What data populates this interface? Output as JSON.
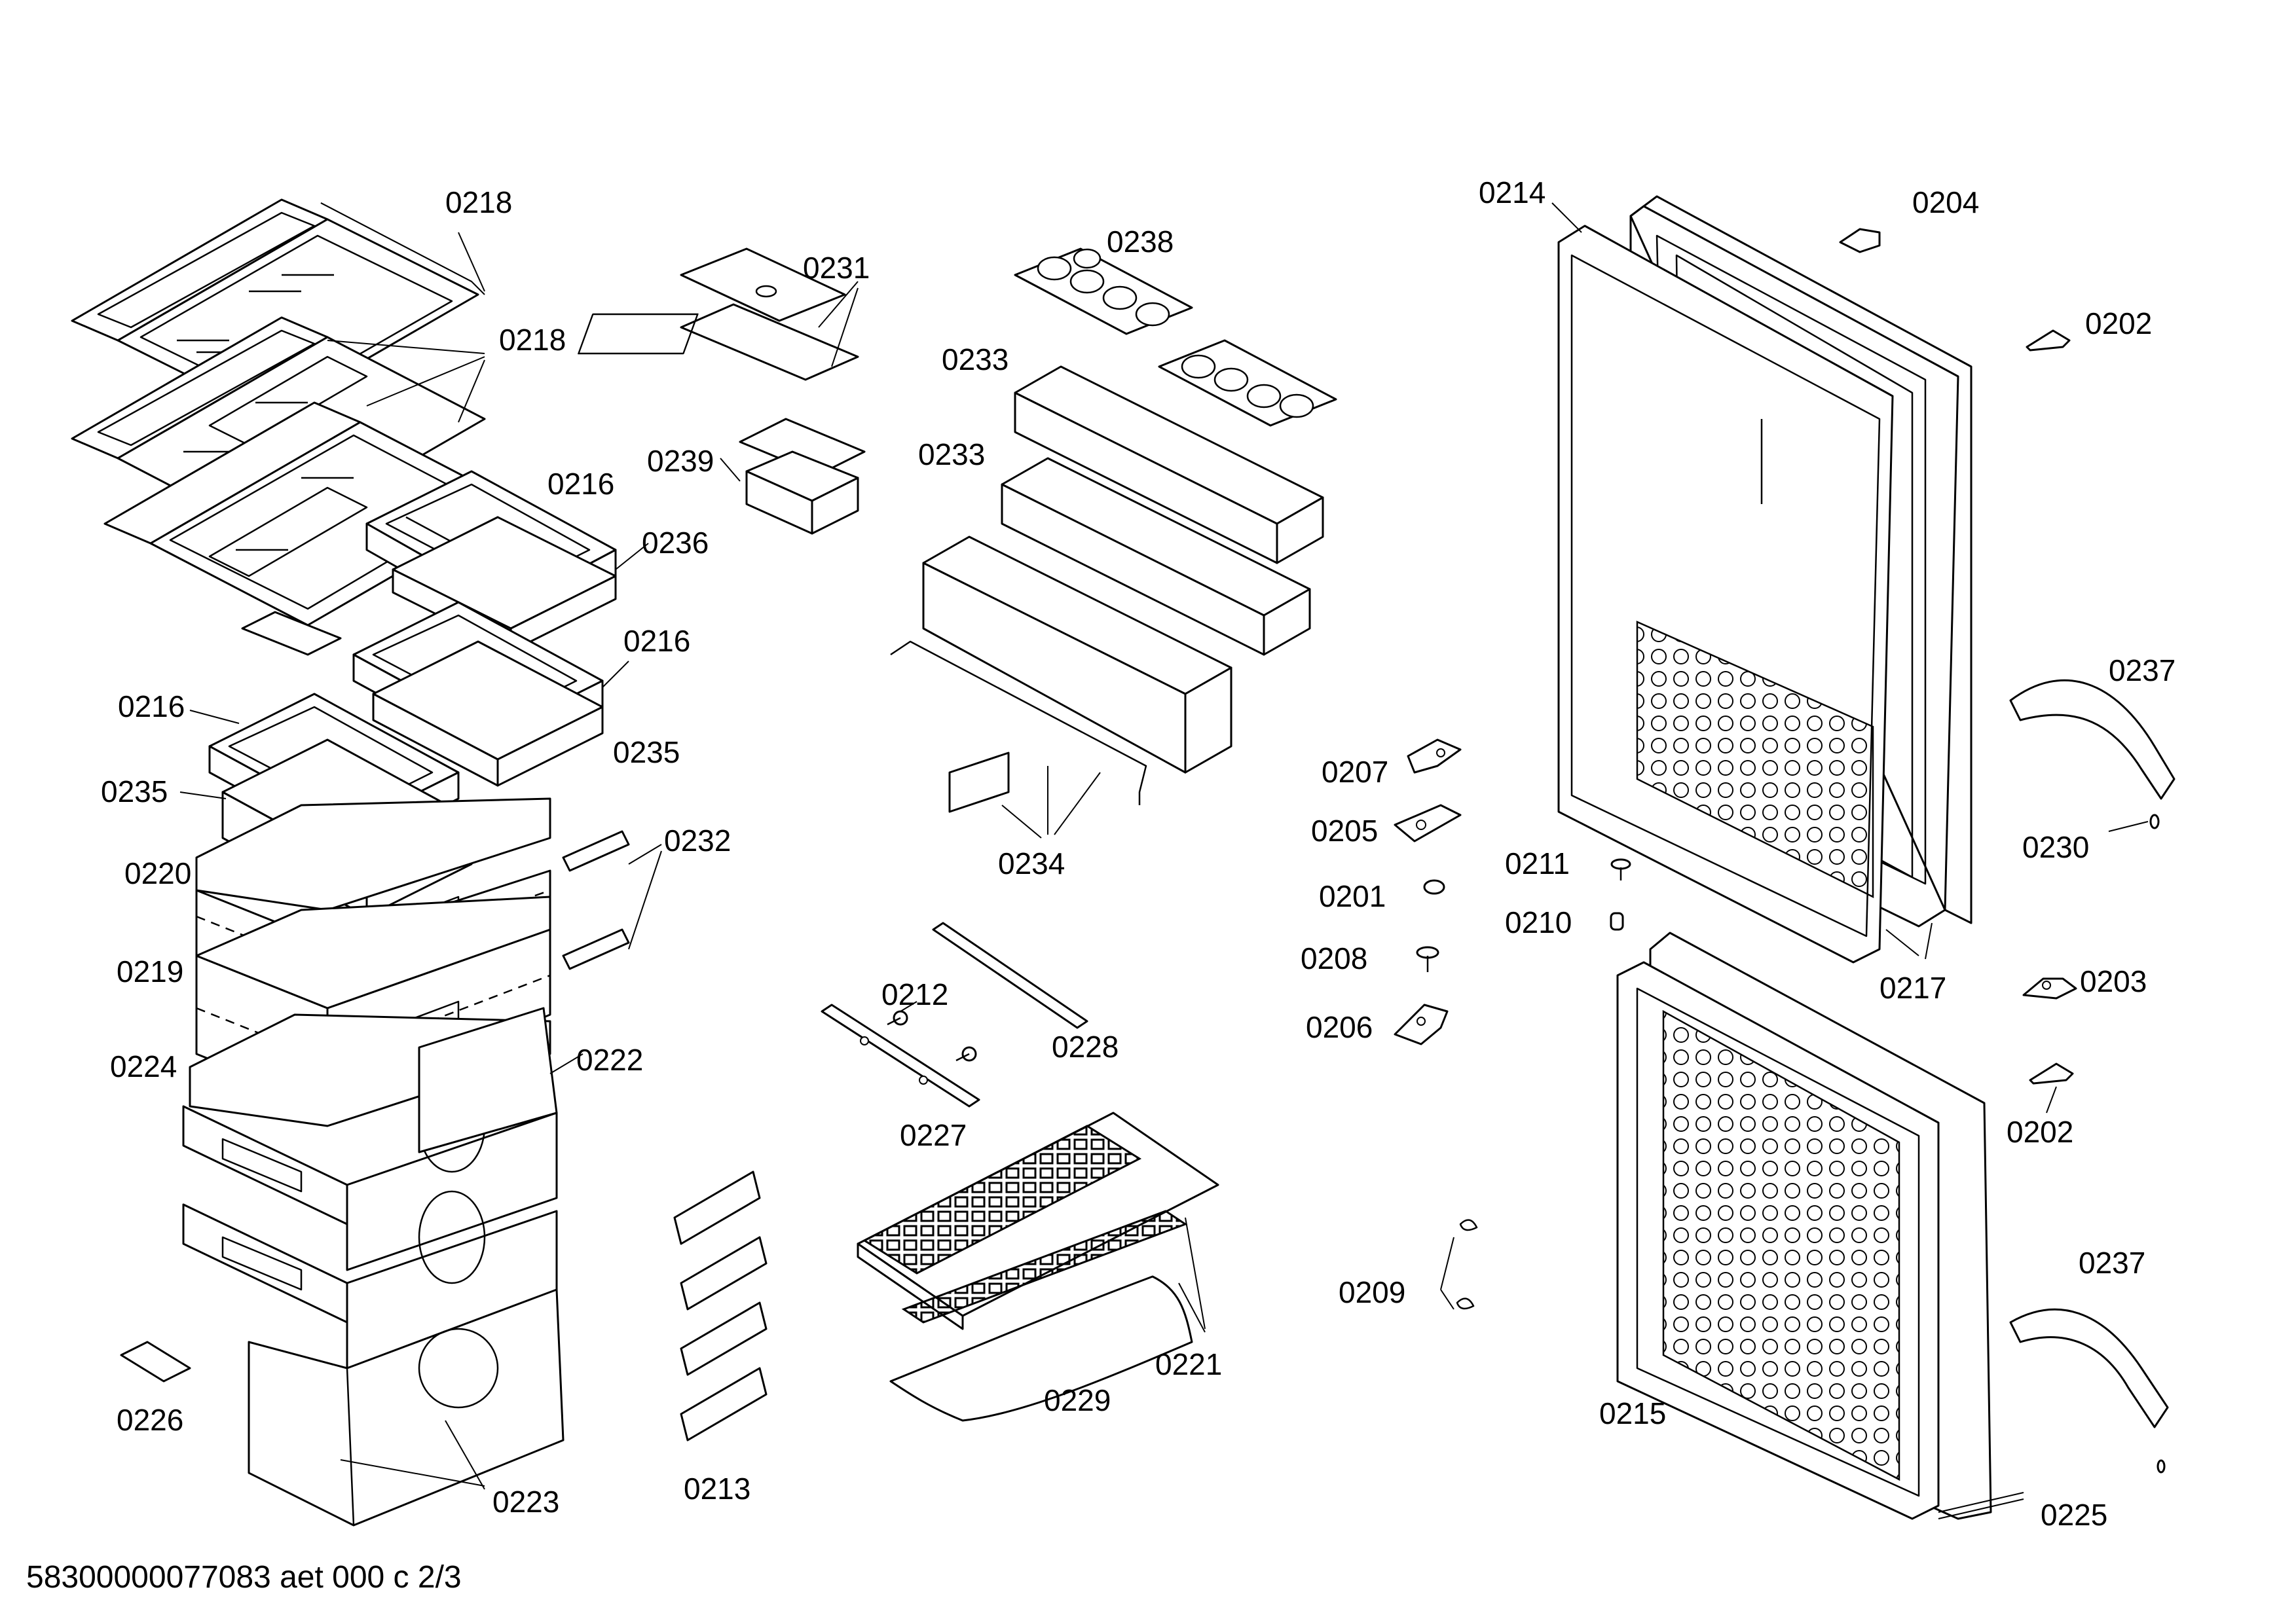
{
  "labels": {
    "p0218a": "0218",
    "p0218b": "0218",
    "p0216a": "0216",
    "p0236": "0236",
    "p0216b": "0216",
    "p0216c": "0216",
    "p0235a": "0235",
    "p0235b": "0235",
    "p0220": "0220",
    "p0232": "0232",
    "p0219": "0219",
    "p0224": "0224",
    "p0222": "0222",
    "p0226": "0226",
    "p0223": "0223",
    "p0213": "0213",
    "p0231": "0231",
    "p0239": "0239",
    "p0238": "0238",
    "p0233a": "0233",
    "p0233b": "0233",
    "p0234": "0234",
    "p0212": "0212",
    "p0228": "0228",
    "p0227": "0227",
    "p0221": "0221",
    "p0229": "0229",
    "p0207": "0207",
    "p0205": "0205",
    "p0201": "0201",
    "p0208": "0208",
    "p0206": "0206",
    "p0211": "0211",
    "p0210": "0210",
    "p0209": "0209",
    "p0214": "0214",
    "p0204": "0204",
    "p0202a": "0202",
    "p0237a": "0237",
    "p0230": "0230",
    "p0217": "0217",
    "p0203": "0203",
    "p0202b": "0202",
    "p0237b": "0237",
    "p0215": "0215",
    "p0225": "0225"
  },
  "footer": "58300000077083 aet 000 c 2/3"
}
